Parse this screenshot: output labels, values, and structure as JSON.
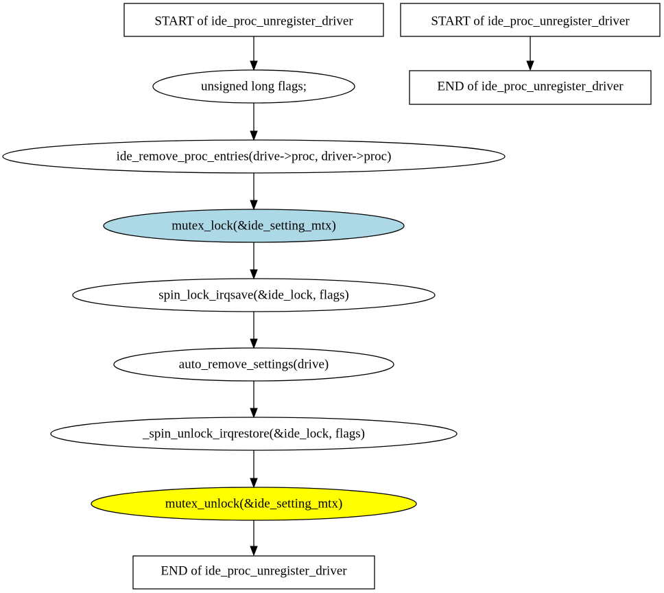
{
  "colors": {
    "background": "#ffffff",
    "stroke": "#000000",
    "default_fill": "#ffffff",
    "lock_fill": "#add8e6",
    "unlock_fill": "#ffff00"
  },
  "main_flow": {
    "start": {
      "label": "START of ide_proc_unregister_driver",
      "shape": "box"
    },
    "steps": [
      {
        "label": "unsigned long flags;",
        "shape": "ellipse",
        "fill": "#ffffff"
      },
      {
        "label": "ide_remove_proc_entries(drive->proc, driver->proc)",
        "shape": "ellipse",
        "fill": "#ffffff"
      },
      {
        "label": "mutex_lock(&ide_setting_mtx)",
        "shape": "ellipse",
        "fill": "#add8e6"
      },
      {
        "label": "spin_lock_irqsave(&ide_lock, flags)",
        "shape": "ellipse",
        "fill": "#ffffff"
      },
      {
        "label": "auto_remove_settings(drive)",
        "shape": "ellipse",
        "fill": "#ffffff"
      },
      {
        "label": "_spin_unlock_irqrestore(&ide_lock, flags)",
        "shape": "ellipse",
        "fill": "#ffffff"
      },
      {
        "label": "mutex_unlock(&ide_setting_mtx)",
        "shape": "ellipse",
        "fill": "#ffff00"
      }
    ],
    "end": {
      "label": "END of ide_proc_unregister_driver",
      "shape": "box"
    }
  },
  "side_flow": {
    "start": {
      "label": "START of ide_proc_unregister_driver",
      "shape": "box"
    },
    "end": {
      "label": "END of ide_proc_unregister_driver",
      "shape": "box"
    }
  }
}
